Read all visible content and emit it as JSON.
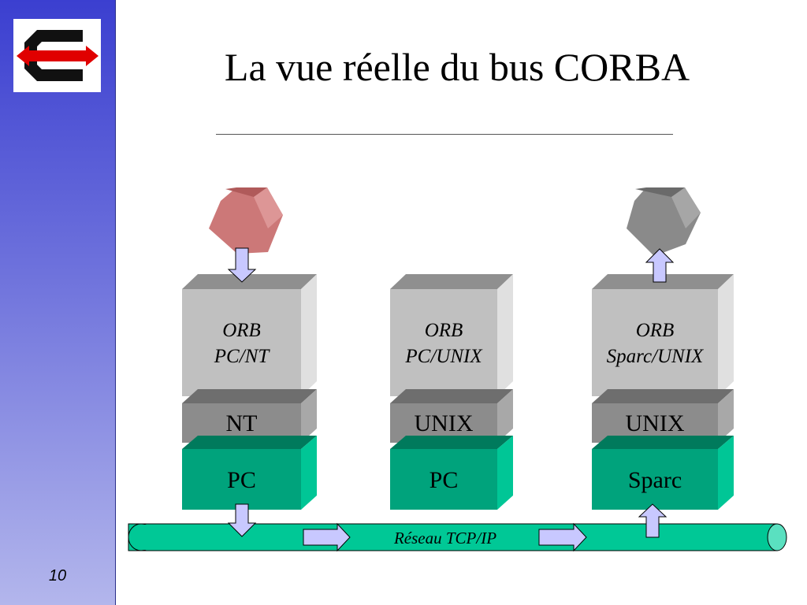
{
  "slide": {
    "title": "La vue réelle du bus CORBA",
    "page_number": "10"
  },
  "logo": {
    "icon": "corba-c-arrow-logo",
    "colors": {
      "c": "#111111",
      "arrow": "#e00000"
    }
  },
  "colors": {
    "orb": "#c0c0c0",
    "os": "#8c8c8c",
    "hardware": "#00a37c",
    "network": "#00c896",
    "arrow_fill": "#c8c8ff",
    "client_object": "#cc7878",
    "server_object": "#8a8a8a"
  },
  "stacks": [
    {
      "orb_line1": "ORB",
      "orb_line2": "PC/NT",
      "os": "NT",
      "hardware": "PC",
      "object": "client"
    },
    {
      "orb_line1": "ORB",
      "orb_line2": "PC/UNIX",
      "os": "UNIX",
      "hardware": "PC",
      "object": "none"
    },
    {
      "orb_line1": "ORB",
      "orb_line2": "Sparc/UNIX",
      "os": "UNIX",
      "hardware": "Sparc",
      "object": "server"
    }
  ],
  "network": {
    "label": "Réseau TCP/IP"
  }
}
